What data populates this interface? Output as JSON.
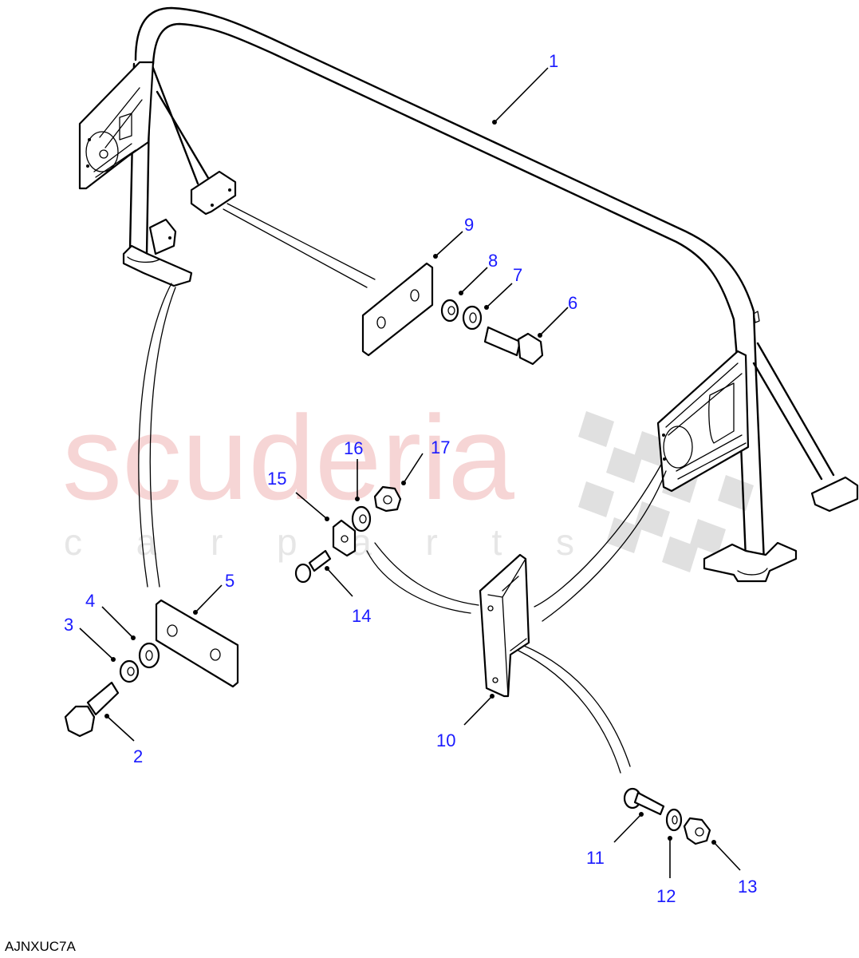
{
  "diagram": {
    "reference_code": "AJNXUC7A",
    "watermark": {
      "main": "scuderia",
      "sub": "c a r  p a r t s",
      "main_color": "#f6d5d5",
      "sub_color": "#e6e6e6",
      "checker_color": "#e0e0e0"
    },
    "callout_color": "#1a1aff",
    "callouts": [
      {
        "id": "1",
        "label": "1"
      },
      {
        "id": "2",
        "label": "2"
      },
      {
        "id": "3",
        "label": "3"
      },
      {
        "id": "4",
        "label": "4"
      },
      {
        "id": "5",
        "label": "5"
      },
      {
        "id": "6",
        "label": "6"
      },
      {
        "id": "7",
        "label": "7"
      },
      {
        "id": "8",
        "label": "8"
      },
      {
        "id": "9",
        "label": "9"
      },
      {
        "id": "10",
        "label": "10"
      },
      {
        "id": "11",
        "label": "11"
      },
      {
        "id": "12",
        "label": "12"
      },
      {
        "id": "13",
        "label": "13"
      },
      {
        "id": "14",
        "label": "14"
      },
      {
        "id": "15",
        "label": "15"
      },
      {
        "id": "16",
        "label": "16"
      },
      {
        "id": "17",
        "label": "17"
      }
    ],
    "parts": [
      {
        "callout": "1",
        "name": "roll-bar-frame"
      },
      {
        "callout": "2",
        "name": "hex-bolt"
      },
      {
        "callout": "3",
        "name": "spring-washer"
      },
      {
        "callout": "4",
        "name": "plain-washer"
      },
      {
        "callout": "5",
        "name": "reinforcement-plate"
      },
      {
        "callout": "6",
        "name": "hex-bolt"
      },
      {
        "callout": "7",
        "name": "plain-washer"
      },
      {
        "callout": "8",
        "name": "spring-washer"
      },
      {
        "callout": "9",
        "name": "reinforcement-plate"
      },
      {
        "callout": "10",
        "name": "mounting-bracket"
      },
      {
        "callout": "11",
        "name": "pan-head-screw"
      },
      {
        "callout": "12",
        "name": "plain-washer"
      },
      {
        "callout": "13",
        "name": "nyloc-nut"
      },
      {
        "callout": "14",
        "name": "pan-head-screw"
      },
      {
        "callout": "15",
        "name": "square-spacer"
      },
      {
        "callout": "16",
        "name": "plain-washer"
      },
      {
        "callout": "17",
        "name": "nyloc-nut"
      }
    ]
  }
}
